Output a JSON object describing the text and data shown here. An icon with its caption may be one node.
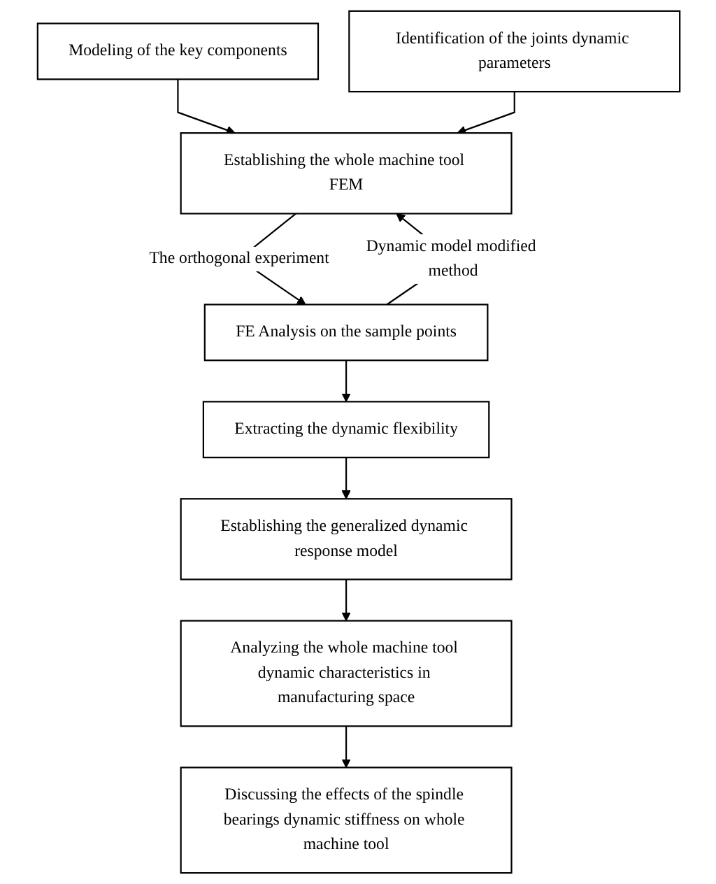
{
  "diagram": {
    "nodes": [
      {
        "text": [
          "Modeling of the key components"
        ]
      },
      {
        "text": [
          "Identification of the joints dynamic parameters"
        ]
      },
      {
        "text": [
          "Establishing the whole machine tool FEM"
        ]
      },
      {
        "text": [
          "FE Analysis on the sample points"
        ]
      },
      {
        "text": [
          "Extracting the dynamic flexibility"
        ]
      },
      {
        "text": [
          "Establishing the generalized dynamic response model"
        ]
      },
      {
        "text": [
          "Analyzing the whole machine tool dynamic characteristics in manufacturing space"
        ]
      },
      {
        "text": [
          "Discussing the effects of the spindle bearings dynamic stiffness on whole machine tool"
        ]
      }
    ],
    "edges": [
      {
        "from": 0,
        "to": 2,
        "arrow": "to"
      },
      {
        "from": 1,
        "to": 2,
        "arrow": "to"
      },
      {
        "from": 2,
        "to": 3,
        "arrow": "to",
        "label": "The orthogonal experiment"
      },
      {
        "from": 3,
        "to": 2,
        "arrow": "to",
        "label": "Dynamic model modified method"
      },
      {
        "from": 3,
        "to": 4,
        "arrow": "to"
      },
      {
        "from": 4,
        "to": 5,
        "arrow": "to"
      },
      {
        "from": 5,
        "to": 6,
        "arrow": "to"
      },
      {
        "from": 6,
        "to": 7,
        "arrow": "to"
      }
    ]
  }
}
